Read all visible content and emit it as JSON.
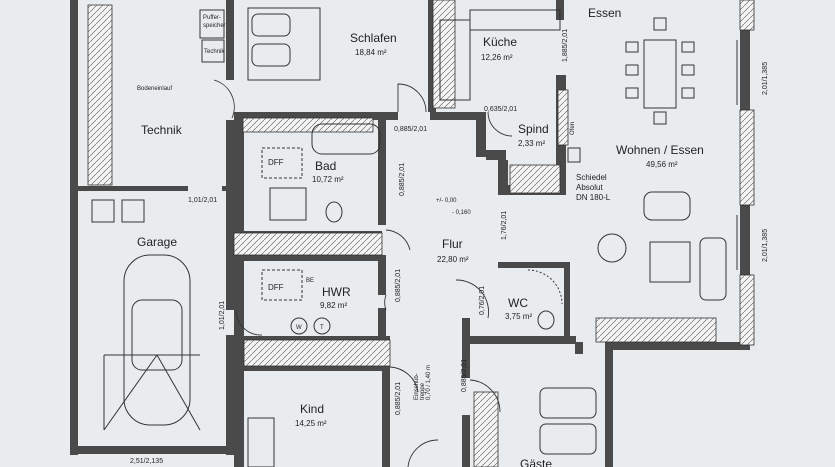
{
  "rooms": {
    "technik": {
      "name": "Technik"
    },
    "garage": {
      "name": "Garage"
    },
    "schlafen": {
      "name": "Schlafen",
      "area": "18,84 m²"
    },
    "kueche": {
      "name": "Küche",
      "area": "12,26 m²"
    },
    "essen": {
      "name": "Essen"
    },
    "spind": {
      "name": "Spind",
      "area": "2,33 m²"
    },
    "wohnen": {
      "name": "Wohnen / Essen",
      "area": "49,56 m²"
    },
    "bad": {
      "name": "Bad",
      "area": "10,72 m²"
    },
    "flur": {
      "name": "Flur",
      "area": "22,80 m²"
    },
    "hwr": {
      "name": "HWR",
      "area": "9,82 m²"
    },
    "wc": {
      "name": "WC",
      "area": "3,75 m²"
    },
    "kind": {
      "name": "Kind",
      "area": "14,25 m²"
    },
    "gaeste": {
      "name": "Gäste"
    }
  },
  "labels": {
    "puffer1": "Puffer-",
    "puffer2": "speicher",
    "technik_box": "Technik",
    "bodeneinlauf": "Bodeneinlauf",
    "ofen": "Ofen",
    "schiedel": "Schiedel",
    "absolut": "Absolut",
    "dn": "DN 180-L",
    "dff1": "DFF",
    "dff2": "DFF",
    "be": "BE",
    "w": "W",
    "t": "T",
    "level0": "+/- 0,00",
    "level1": "- 0,160",
    "einschub1": "Einschub-",
    "einschub2": "treppe",
    "einschub3": "0,70 / 1,40 m"
  },
  "dimensions": {
    "d_1885": "1,885/2,01",
    "d_0635": "0,635/2,01",
    "d_0885_top": "0,885/2,01",
    "d_0885_bad": "0,885/2,01",
    "d_0885_hwr": "0,885/2,01",
    "d_0885_kind": "0,885/2,01",
    "d_0885_right": "0,885/2,01",
    "d_101_a": "1,01/2,01",
    "d_101_b": "1,01/2,01",
    "d_176": "1,76/2,01",
    "d_0760": "0,76/2,01",
    "d_201_a": "2,01/1,385",
    "d_201_b": "2,01/1,385",
    "d_251": "2,51/2,135"
  }
}
